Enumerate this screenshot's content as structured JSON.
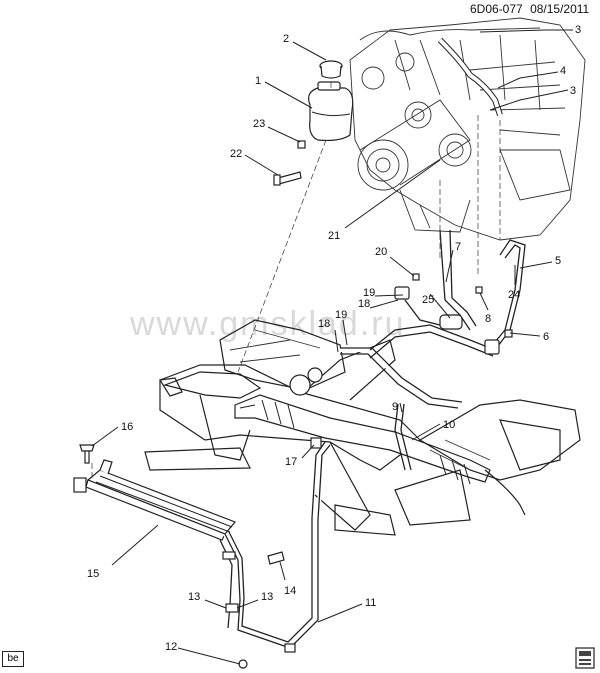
{
  "header": {
    "code": "6D06-077",
    "date": "08/15/2011"
  },
  "watermark": "www.gmsklad.ru",
  "badge": {
    "label": "be"
  },
  "callouts": [
    {
      "id": "c1",
      "label": "1"
    },
    {
      "id": "c2",
      "label": "2"
    },
    {
      "id": "c3a",
      "label": "3"
    },
    {
      "id": "c3b",
      "label": "3"
    },
    {
      "id": "c4",
      "label": "4"
    },
    {
      "id": "c5",
      "label": "5"
    },
    {
      "id": "c6",
      "label": "6"
    },
    {
      "id": "c7",
      "label": "7"
    },
    {
      "id": "c8",
      "label": "8"
    },
    {
      "id": "c9",
      "label": "9"
    },
    {
      "id": "c10",
      "label": "10"
    },
    {
      "id": "c11",
      "label": "11"
    },
    {
      "id": "c12",
      "label": "12"
    },
    {
      "id": "c13a",
      "label": "13"
    },
    {
      "id": "c13b",
      "label": "13"
    },
    {
      "id": "c14",
      "label": "14"
    },
    {
      "id": "c15",
      "label": "15"
    },
    {
      "id": "c16",
      "label": "16"
    },
    {
      "id": "c17",
      "label": "17"
    },
    {
      "id": "c18a",
      "label": "18"
    },
    {
      "id": "c18b",
      "label": "18"
    },
    {
      "id": "c19a",
      "label": "19"
    },
    {
      "id": "c19b",
      "label": "19"
    },
    {
      "id": "c20",
      "label": "20"
    },
    {
      "id": "c21",
      "label": "21"
    },
    {
      "id": "c22",
      "label": "22"
    },
    {
      "id": "c23",
      "label": "23"
    },
    {
      "id": "c24",
      "label": "24"
    },
    {
      "id": "c25",
      "label": "25"
    }
  ]
}
